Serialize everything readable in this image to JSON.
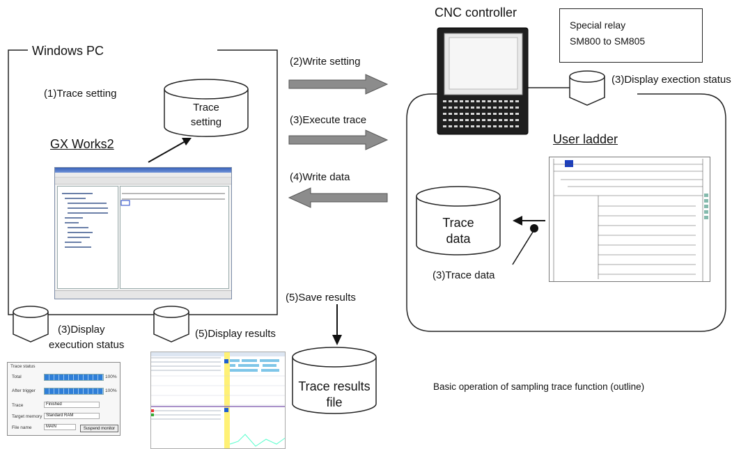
{
  "title": {
    "windows_pc": "Windows PC",
    "cnc_controller": "CNC controller",
    "gx_works": "GX Works2",
    "user_ladder": "User ladder"
  },
  "special_relay": {
    "line1": "Special relay",
    "line2": "SM800 to SM805"
  },
  "steps": {
    "trace_setting": "(1)Trace setting",
    "write_setting": "(2)Write setting",
    "execute_trace": "(3)Execute trace",
    "write_data": "(4)Write data",
    "display_exec_status_cnc": "(3)Display exection status",
    "trace_data": "(3)Trace data",
    "save_results": "(5)Save results",
    "display_exec_status_pc_1": "(3)Display",
    "display_exec_status_pc_2": "execution status",
    "display_results": "(5)Display results"
  },
  "databases": {
    "trace_setting_1": "Trace",
    "trace_setting_2": "setting",
    "trace_data_1": "Trace",
    "trace_data_2": "data",
    "trace_results_1": "Trace results",
    "trace_results_2": "file"
  },
  "caption": "Basic operation of sampling trace function (outline)",
  "trace_status": {
    "group_title": "Trace status",
    "rows": [
      {
        "label": "Total",
        "progress": 1.0,
        "percent": "100%"
      },
      {
        "label": "After trigger",
        "progress": 1.0,
        "percent": "100%"
      }
    ],
    "trace_label": "Trace",
    "trace_value": "Finished",
    "target_memory_label": "Target memory",
    "target_memory_value": "Standard RAM",
    "file_name_label": "File name",
    "file_name_value": "MAIN",
    "suspend_button": "Suspend monitor"
  },
  "colors": {
    "arrow_fill": "#8c8c8c",
    "line": "#222222"
  }
}
